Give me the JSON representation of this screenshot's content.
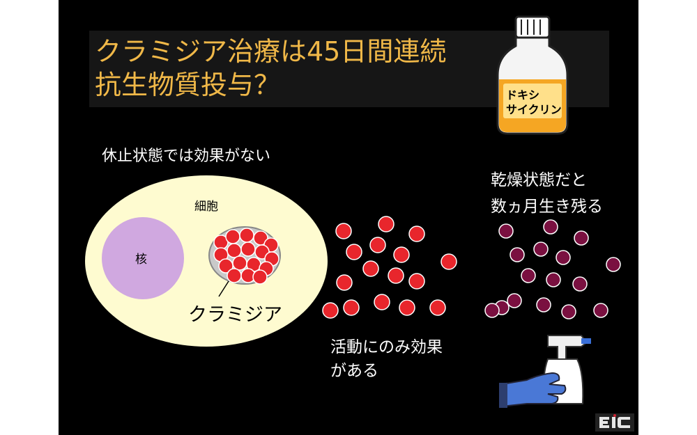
{
  "title": {
    "line1": "クラミジア治療は45日間連続",
    "line2": "抗生物質投与？"
  },
  "labels": {
    "resting": "休止状態では効果がない",
    "cell": "細胞",
    "nucleus": "核",
    "bacteria": "クラミジア",
    "active_line1": "活動にのみ効果",
    "active_line2": "がある",
    "dry_line1": "乾燥状態だと",
    "dry_line2": "数ヵ月生き残る"
  },
  "bottle": {
    "label_line1": "ドキシ",
    "label_line2": "サイクリン"
  },
  "icons": {
    "bottle": "medicine-bottle-icon",
    "sprayer": "spray-bottle-hand-icon",
    "logo": "eic-logo"
  },
  "colors": {
    "title": "#f0b848",
    "background": "#000000",
    "cell": "#fefbd0",
    "nucleus": "#d0a8e0",
    "active_bacteria": "#e8262c",
    "dormant_bacteria": "#7a1040",
    "medicine": "#f5a623"
  }
}
